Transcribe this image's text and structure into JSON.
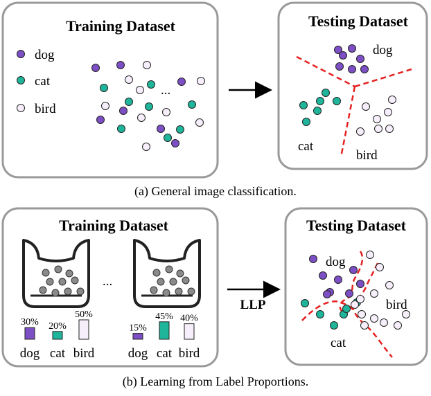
{
  "colors": {
    "dog": "#7d4fc4",
    "cat": "#1fb59a",
    "bird": "#f6eefa",
    "gray_ball": "#8a8a8a",
    "boundary": "#e52222",
    "panel_border": "#9a9a9a"
  },
  "panel_a": {
    "training": {
      "title": "Training Dataset",
      "legend": [
        {
          "label": "dog",
          "cls": "dog"
        },
        {
          "label": "cat",
          "cls": "cat"
        },
        {
          "label": "bird",
          "cls": "bird"
        }
      ],
      "ellipsis": "..."
    },
    "testing": {
      "title": "Testing Dataset",
      "labels": {
        "dog": "dog",
        "cat": "cat",
        "bird": "bird"
      }
    },
    "caption": "(a) General image classification."
  },
  "panel_b": {
    "training": {
      "title": "Training Dataset",
      "ellipsis": "...",
      "bag1": {
        "bars": [
          {
            "category": "dog",
            "percent": 30,
            "label": "30%"
          },
          {
            "category": "cat",
            "percent": 20,
            "label": "20%"
          },
          {
            "category": "bird",
            "percent": 50,
            "label": "50%"
          }
        ]
      },
      "bag2": {
        "bars": [
          {
            "category": "dog",
            "percent": 15,
            "label": "15%"
          },
          {
            "category": "cat",
            "percent": 45,
            "label": "45%"
          },
          {
            "category": "bird",
            "percent": 40,
            "label": "40%"
          }
        ]
      }
    },
    "arrow_label": "LLP",
    "testing": {
      "title": "Testing Dataset",
      "labels": {
        "dog": "dog",
        "cat": "cat",
        "bird": "bird"
      }
    },
    "caption": "(b) Learning from Label Proportions."
  }
}
